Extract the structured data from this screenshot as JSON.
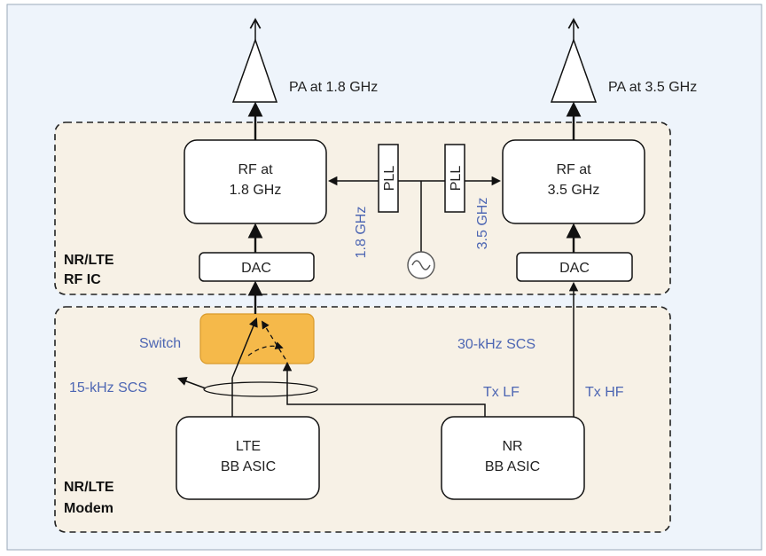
{
  "colors": {
    "background": "#eef4fb",
    "region_fill": "#f7f1e6",
    "switch_fill": "#f5b94a",
    "annotation_blue": "#4d66b3"
  },
  "pa_left": "PA at 1.8 GHz",
  "pa_right": "PA at 3.5 GHz",
  "rf_left": [
    "RF at",
    "1.8 GHz"
  ],
  "rf_right": [
    "RF at",
    "3.5 GHz"
  ],
  "pll_left": "PLL",
  "pll_right": "PLL",
  "freq_left": "1.8 GHz",
  "freq_right": "3.5 GHz",
  "oscillator_icon": "sine-wave-oscillator",
  "dac_left": "DAC",
  "dac_right": "DAC",
  "rf_ic_label": [
    "NR/LTE",
    "RF IC"
  ],
  "modem_label": [
    "NR/LTE",
    "Modem"
  ],
  "switch_label": "Switch",
  "scs_15": "15-kHz SCS",
  "scs_30": "30-kHz SCS",
  "tx_lf": "Tx LF",
  "tx_hf": "Tx HF",
  "lte_asic": [
    "LTE",
    "BB ASIC"
  ],
  "nr_asic": [
    "NR",
    "BB ASIC"
  ]
}
